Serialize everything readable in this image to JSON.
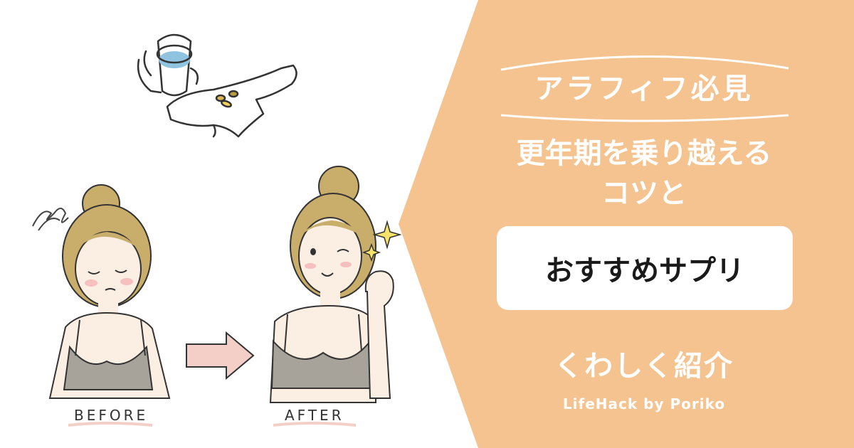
{
  "banner": {
    "subheading": "アラフィフ必見",
    "headline_line1": "更年期を乗り越える",
    "headline_line2": "コツと",
    "callout": "おすすめサプリ",
    "detail": "くわしく紹介",
    "credit": "LifeHack by Poriko"
  },
  "illustration": {
    "before_label": "BEFORE",
    "after_label": "AFTER"
  },
  "colors": {
    "peach": "#f4c390",
    "hair": "#c9ad6b",
    "skin": "#fbeee2",
    "bra": "#a8a39a",
    "arrow": "#f4cfc8",
    "water": "#8fc3df"
  },
  "icons": [
    "supplement-hand-icon",
    "sparkle-icon",
    "stress-scribble-icon",
    "right-arrow-icon"
  ]
}
